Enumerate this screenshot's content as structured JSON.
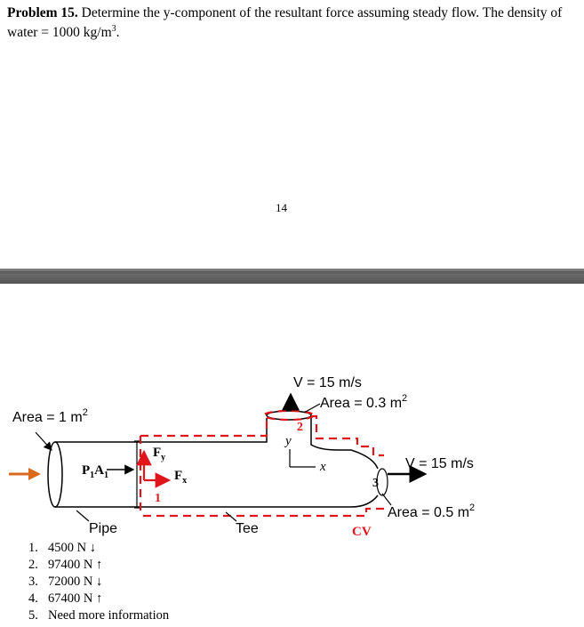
{
  "problem": {
    "label": "Problem 15.",
    "text": " Determine the y-component of the resultant force assuming steady flow. The density of water = 1000 kg/m",
    "sup": "3",
    "end": "."
  },
  "page_number": "14",
  "figure": {
    "inlet_area": "Area = 1 m",
    "inlet_area_sup": "2",
    "outlet_up_velocity": "V = 15 m/s",
    "outlet_up_area": "Area = 0.3 m",
    "outlet_up_area_sup": "2",
    "outlet_right_velocity": "V = 15 m/s",
    "outlet_right_area": "Area = 0.5 m",
    "outlet_right_area_sup": "2",
    "pressure_force": "P",
    "pressure_sub1": "1",
    "pressure_a": "A",
    "pressure_sub2": "1",
    "fy_label": "F",
    "fy_sub": "y",
    "fx_label": "F",
    "fx_sub": "x",
    "axis_y": "y",
    "axis_x": "x",
    "section_1": "1",
    "section_2": "2",
    "section_3": "3",
    "pipe_label": "Pipe",
    "tee_label": "Tee",
    "cv_label": "CV"
  },
  "choices": [
    {
      "num": "1.",
      "text": "4500 N ↓"
    },
    {
      "num": "2.",
      "text": "97400 N ↑"
    },
    {
      "num": "3.",
      "text": "72000 N ↓"
    },
    {
      "num": "4.",
      "text": "67400 N ↑"
    },
    {
      "num": "5.",
      "text": "Need more information"
    }
  ]
}
